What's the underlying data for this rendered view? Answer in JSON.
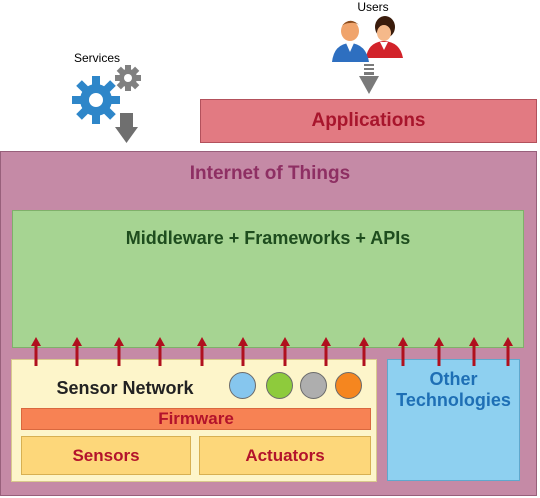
{
  "users": {
    "label": "Users",
    "icon": "users-icon"
  },
  "services": {
    "label": "Services",
    "icon": "gears-icon"
  },
  "applications": {
    "label": "Applications",
    "color": "#e27a82"
  },
  "iot": {
    "title": "Internet of Things",
    "color": "#c58aa6"
  },
  "middleware": {
    "title": "Middleware + Frameworks + APIs",
    "color": "#a6d492"
  },
  "sensor_network": {
    "title": "Sensor Network",
    "dot_colors": [
      "#86c6ee",
      "#8ecb3c",
      "#aeaeae",
      "#f5861f"
    ],
    "firmware": "Firmware",
    "sensors": "Sensors",
    "actuators": "Actuators"
  },
  "other_technologies": {
    "line1": "Other",
    "line2": "Technologies",
    "color": "#8ed0f0"
  },
  "arrow_color": "#b0101e"
}
